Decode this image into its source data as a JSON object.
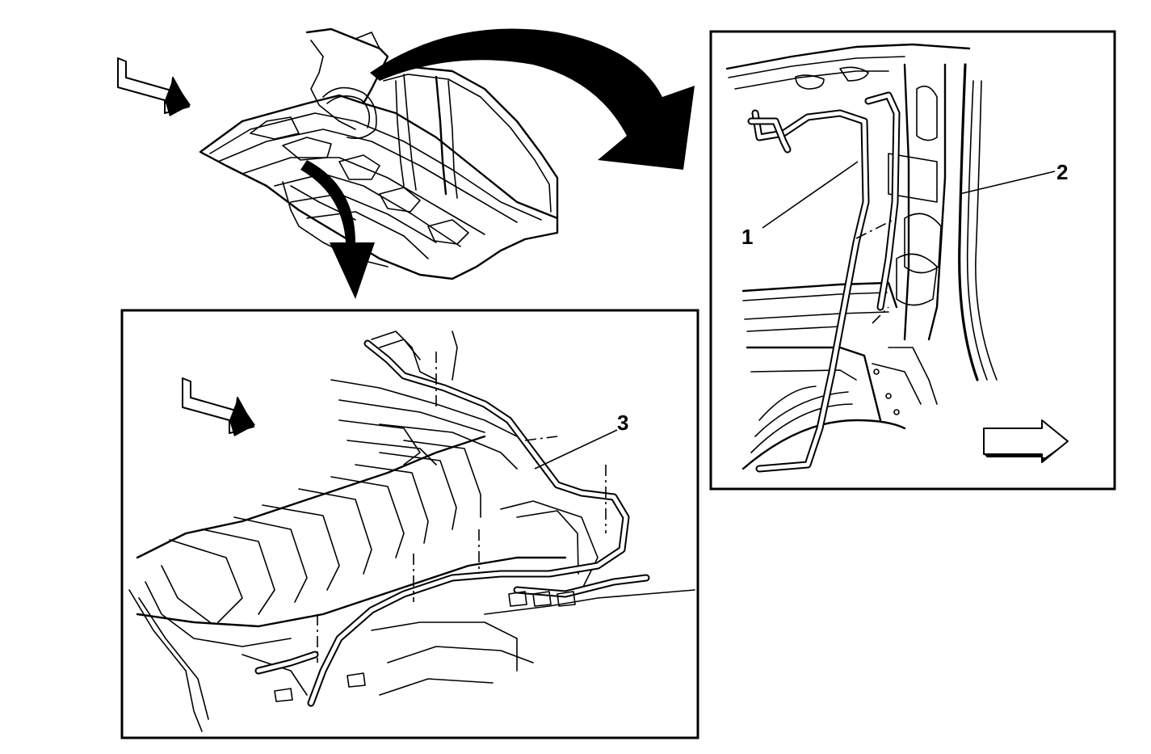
{
  "callouts": {
    "c1": "1",
    "c2": "2",
    "c3": "3"
  },
  "colors": {
    "line": "#000000",
    "background": "#ffffff"
  },
  "icons": {
    "view_arrow_overview": "view-direction-arrow",
    "view_arrow_floor": "view-direction-arrow",
    "view_arrow_pillar": "view-direction-arrow",
    "curved_arrow_right": "zoom-curved-arrow",
    "curved_arrow_down": "zoom-curved-arrow"
  }
}
